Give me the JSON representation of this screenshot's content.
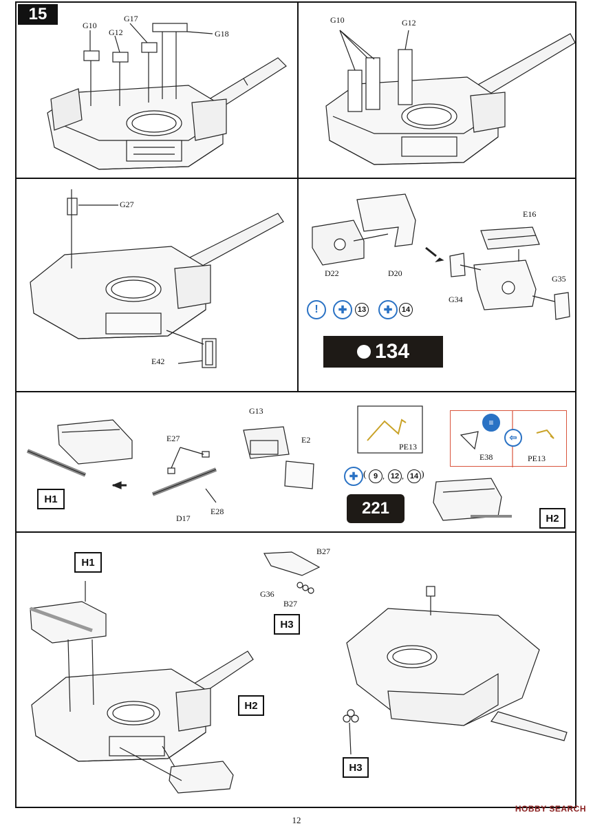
{
  "step": {
    "number": "15"
  },
  "panels": {
    "p1": {
      "labels": {
        "g10": "G10",
        "g12": "G12",
        "g17": "G17",
        "g18": "G18"
      }
    },
    "p2": {
      "labels": {
        "g10": "G10",
        "g12": "G12"
      }
    },
    "p3": {
      "labels": {
        "g27": "G27",
        "e42": "E42"
      }
    },
    "p4": {
      "labels": {
        "d22": "D22",
        "d20": "D20",
        "e16": "E16",
        "g34": "G34",
        "g35": "G35"
      },
      "notice_icon": "!",
      "decal_refs": [
        "13",
        "14"
      ],
      "decal_plate": {
        "text": "134",
        "color": "#1e1a16"
      }
    },
    "p5": {
      "labels": {
        "e27": "E27",
        "d17": "D17",
        "e28": "E28",
        "g13": "G13",
        "e2": "E2",
        "pe13": "PE13"
      },
      "tag": "H1",
      "decal_refs": [
        "9",
        "12",
        "14"
      ],
      "decal_paren_open": "(",
      "decal_sep1": ",",
      "decal_sep2": ",",
      "decal_paren_close": ")",
      "decal_plate": {
        "text": "221"
      }
    },
    "p6": {
      "labels": {
        "e38": "E38",
        "pe13": "PE13"
      },
      "tag": "H2",
      "border_color": "#d9533b"
    },
    "p7": {
      "tags": {
        "h1": "H1",
        "h2": "H2",
        "h3a": "H3",
        "h3b": "H3"
      },
      "labels": {
        "b27a": "B27",
        "b27b": "B27",
        "g36": "G36"
      }
    }
  },
  "footer": {
    "page_number": "12",
    "watermark": "HOBBY SEARCH"
  },
  "icons": [
    "notice-icon",
    "cross-decal-icon",
    "arrow-icon",
    "bend-icon",
    "photo-etch-icon"
  ]
}
